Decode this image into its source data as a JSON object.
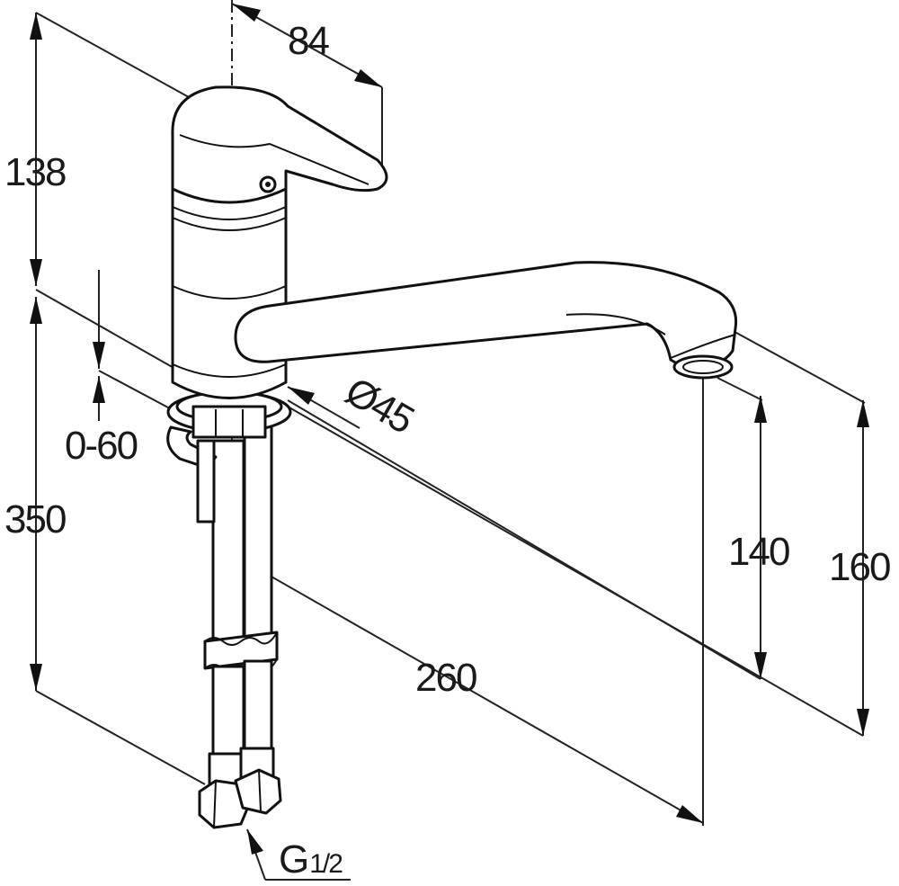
{
  "dimensions": {
    "handle_height": "138",
    "handle_length": "84",
    "body_diameter": "Ø45",
    "worktop_thickness": "0-60",
    "hose_length": "350",
    "spout_reach": "260",
    "spout_clearance": "140",
    "spout_height": "160",
    "connection_main": "G",
    "connection_sub": "1/2"
  }
}
